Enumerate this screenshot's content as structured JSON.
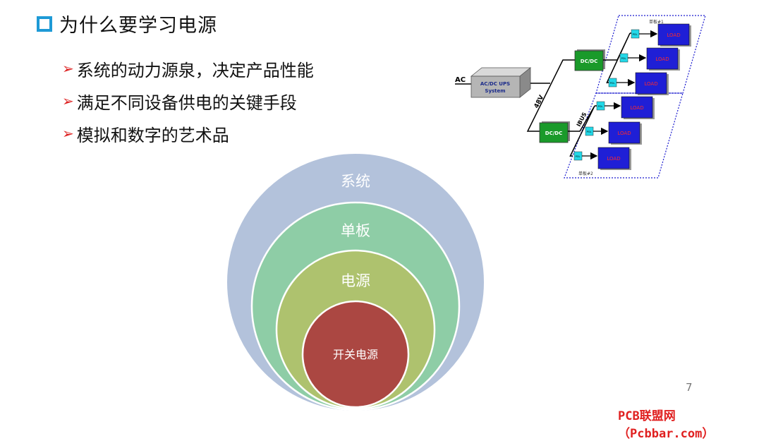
{
  "slide": {
    "title": "为什么要学习电源",
    "bullet_marker": "➢",
    "bullets": [
      "系统的动力源泉，决定产品性能",
      "满足不同设备供电的关键手段",
      "模拟和数字的艺术品"
    ],
    "page_number": "7"
  },
  "circles": {
    "outer": "系统",
    "second": "单板",
    "third": "电源",
    "inner": "开关电源",
    "colors": {
      "outer": "#b3c2db",
      "second": "#8ecda6",
      "third": "#aec26e",
      "inner": "#ab4742"
    }
  },
  "diagram": {
    "ac": "AC",
    "ups_line1": "AC/DC UPS",
    "ups_line2": "System",
    "bus_48v": "48V",
    "ibus": "IBUS",
    "dcdc_top": "DC/DC",
    "dcdc_bottom": "DC/DC",
    "board1": "单板#1",
    "board2": "单板#2",
    "pol": "POL",
    "load": "LOAD",
    "colors": {
      "dcdc": "#1a9a2a",
      "load": "#1f1fd6",
      "load_text": "#ff2a2a",
      "pol": "#22d8e8",
      "board_border": "#1b1bcf"
    }
  },
  "watermark": "PCB联盟网（Pcbbar.com）"
}
